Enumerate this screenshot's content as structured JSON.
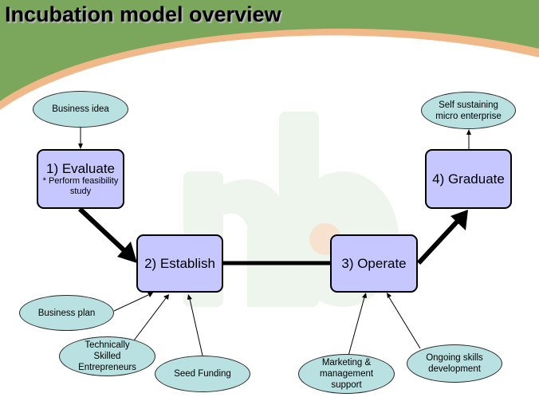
{
  "title": "Incubation model overview",
  "colors": {
    "banner_green": "#7ba75c",
    "banner_orange": "#f1b98a",
    "box_fill": "#c7c7ff",
    "oval_fill": "#b9e1e1",
    "watermark": "#eef5ec"
  },
  "stages": {
    "evaluate": {
      "label": "1) Evaluate",
      "note": "* Perform feasibility study"
    },
    "establish": {
      "label": "2) Establish"
    },
    "operate": {
      "label": "3) Operate"
    },
    "graduate": {
      "label": "4) Graduate"
    }
  },
  "inputs": {
    "business_idea": "Business idea",
    "business_plan": "Business plan",
    "skilled_entrepreneurs": "Technically Skilled Entrepreneurs",
    "seed_funding": "Seed Funding",
    "marketing_support": "Marketing & management support",
    "skills_development": "Ongoing skills development",
    "self_sustaining": "Self sustaining micro enterprise"
  }
}
